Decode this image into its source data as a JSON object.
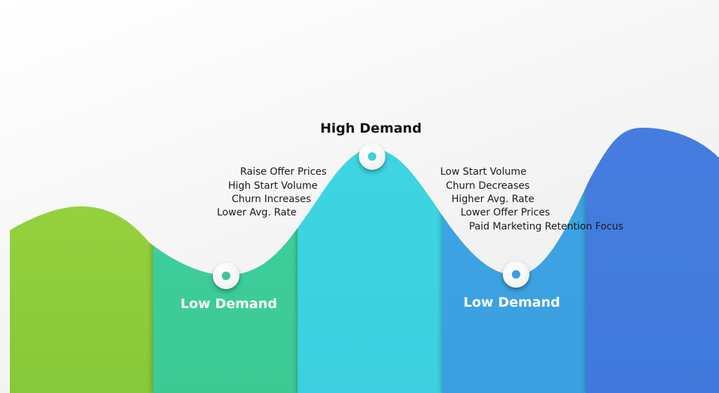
{
  "segments": [
    {
      "color_top": "#9ed43f",
      "color_bottom": "#86c93a"
    },
    {
      "color_top": "#3fd2a2",
      "color_bottom": "#3bc994"
    },
    {
      "color_top": "#3fd6e2",
      "color_bottom": "#3ccfdf"
    },
    {
      "color_top": "#3ea6e3",
      "color_bottom": "#3b9fe0"
    },
    {
      "color_top": "#467de0",
      "color_bottom": "#4079db"
    }
  ],
  "nodes": {
    "low_left": {
      "title": "Low Demand",
      "dot_color": "#3cc690"
    },
    "high": {
      "title": "High Demand",
      "dot_color": "#3ccfdf"
    },
    "low_right": {
      "title": "Low Demand",
      "dot_color": "#3a9ee0"
    }
  },
  "notes_left": [
    "Raise Offer Prices",
    "High Start Volume",
    "Churn Increases",
    "Lower Avg. Rate"
  ],
  "notes_right": [
    "Low Start Volume",
    "Churn Decreases",
    "Higher Avg. Rate",
    "Lower Offer Prices",
    "Paid Marketing Retention Focus"
  ]
}
